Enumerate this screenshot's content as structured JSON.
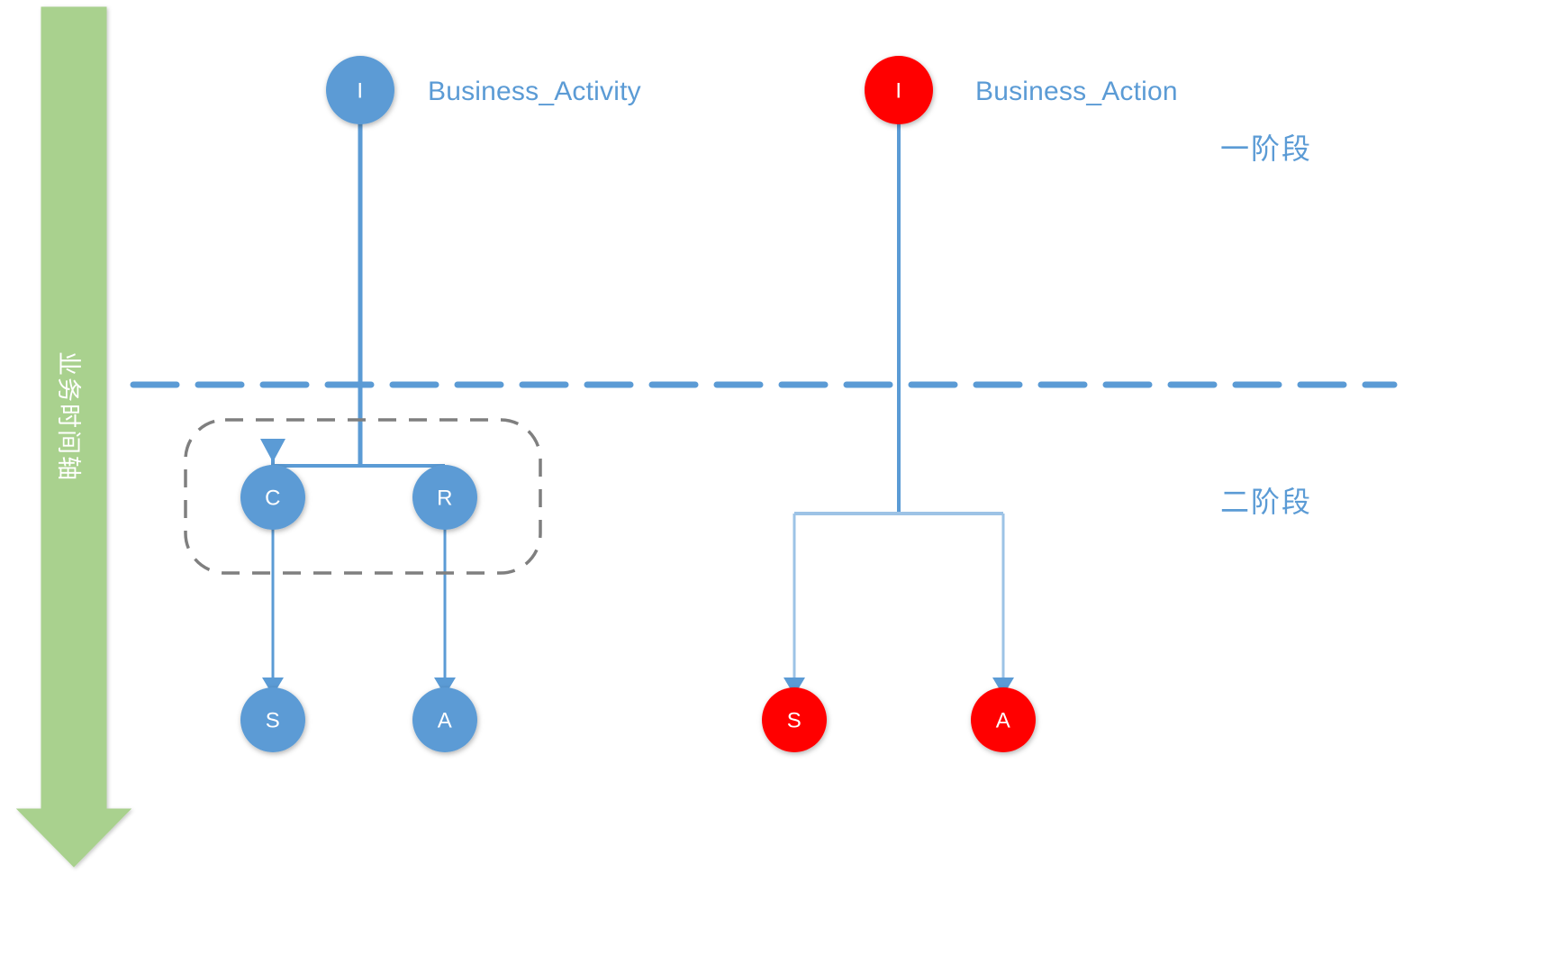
{
  "diagram": {
    "title_left": "Business_Activity",
    "title_right": "Business_Action",
    "timeline_label": "业务时间轴",
    "phase_one": "一阶段",
    "phase_two": "二阶段",
    "colors": {
      "blue": "#5B9BD5",
      "red": "#FF0000",
      "green": "#A9D18E",
      "gray_dash": "#7F7F7F",
      "connector": "#5B9BD5",
      "connector_light": "#9DC3E6"
    },
    "left_tree": {
      "root": {
        "label": "I",
        "color": "#5B9BD5"
      },
      "children": [
        {
          "label": "C",
          "color": "#5B9BD5"
        },
        {
          "label": "R",
          "color": "#5B9BD5"
        }
      ],
      "leaves": [
        {
          "label": "S",
          "color": "#5B9BD5"
        },
        {
          "label": "A",
          "color": "#5B9BD5"
        }
      ]
    },
    "right_tree": {
      "root": {
        "label": "I",
        "color": "#FF0000"
      },
      "leaves": [
        {
          "label": "S",
          "color": "#FF0000"
        },
        {
          "label": "A",
          "color": "#FF0000"
        }
      ]
    }
  }
}
